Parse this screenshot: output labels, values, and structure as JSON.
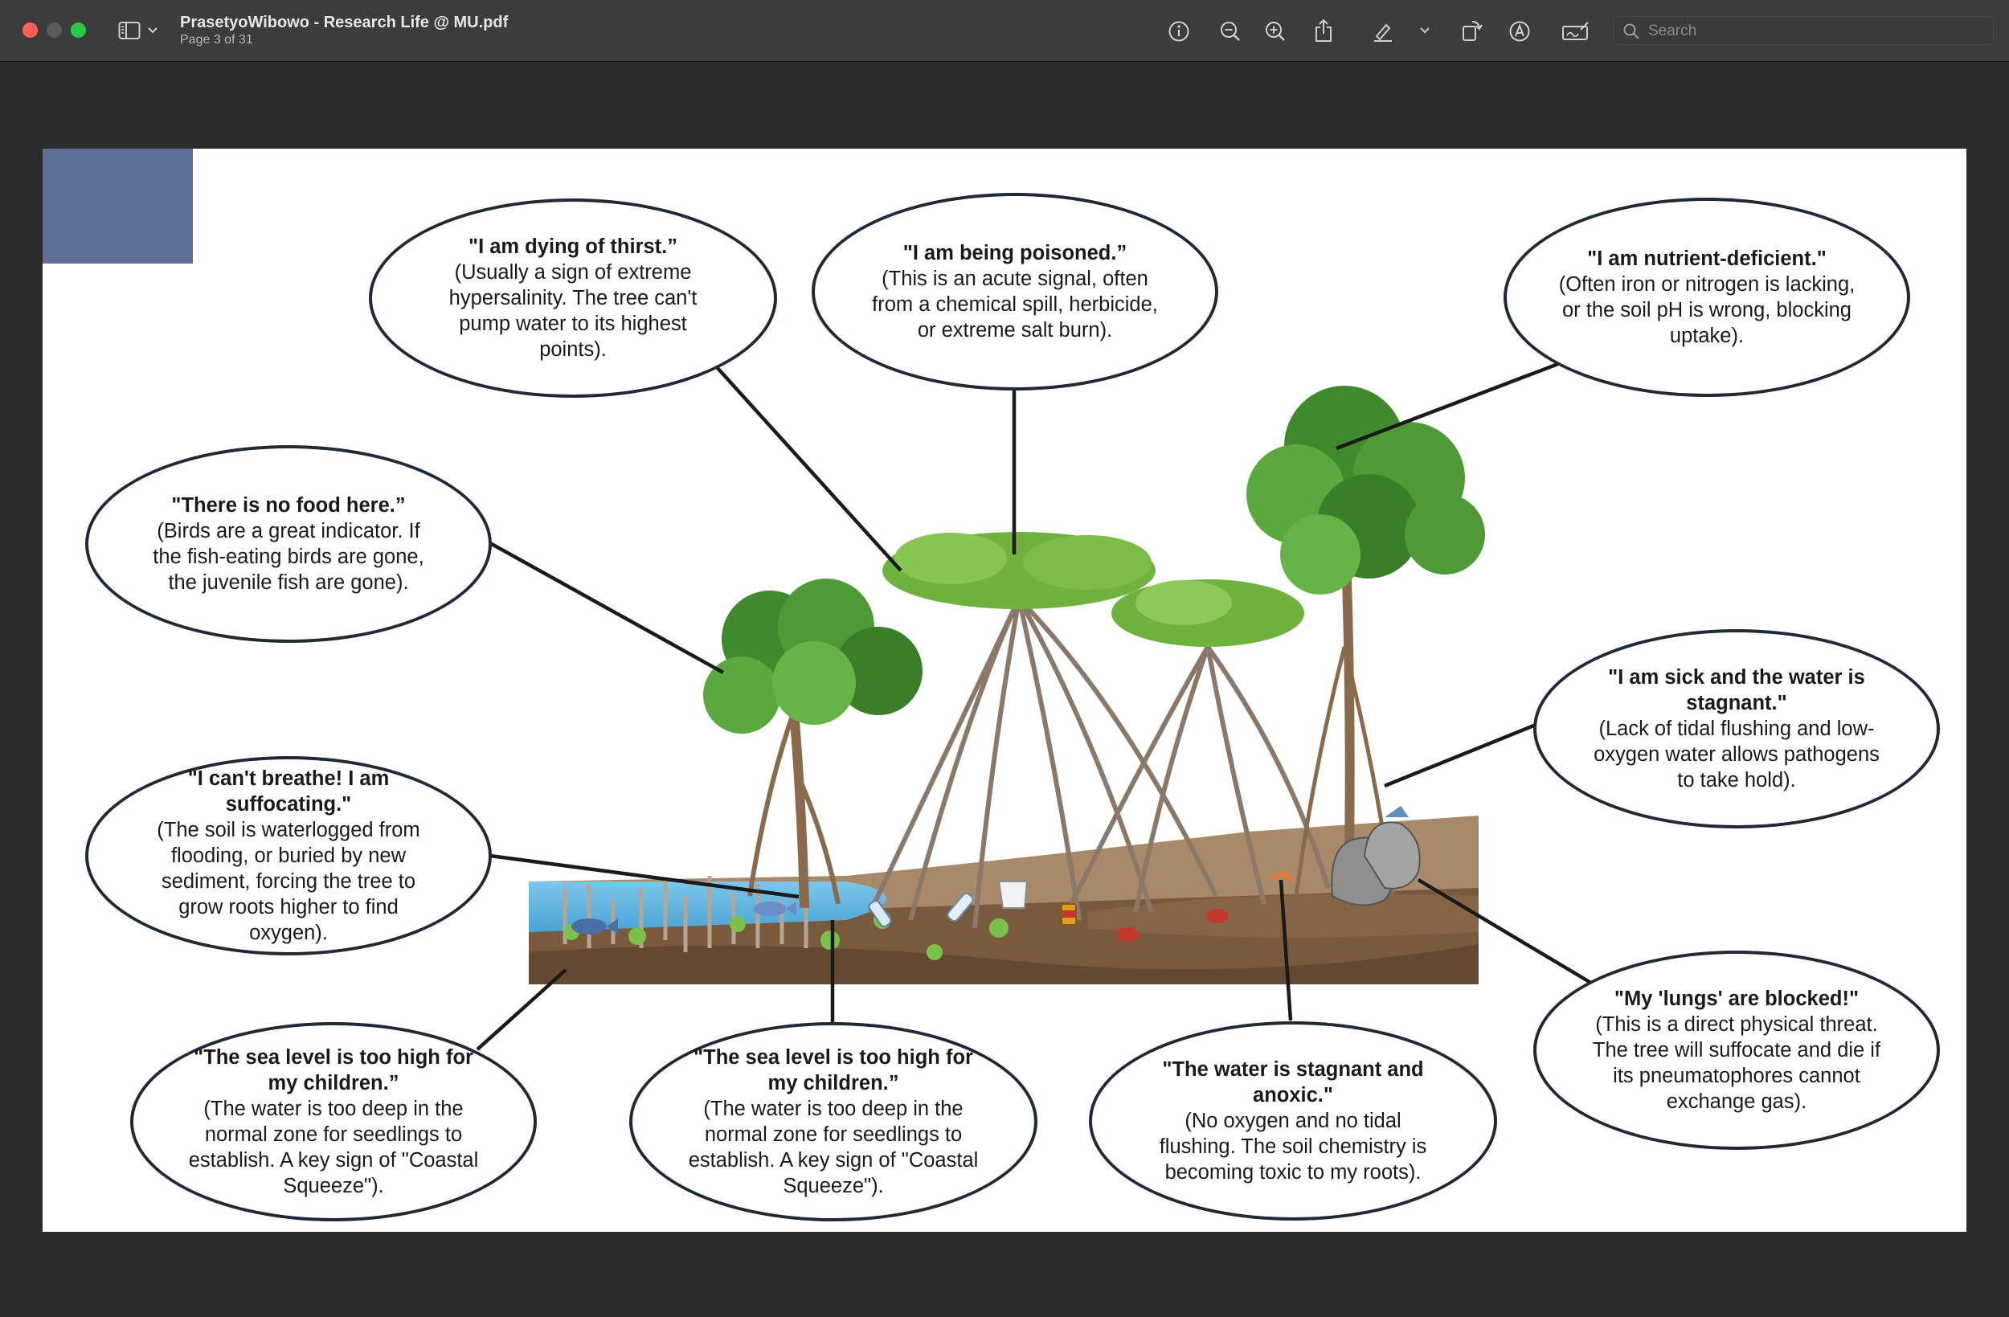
{
  "window": {
    "title": "PrasetyoWibowo - Research Life @ MU.pdf",
    "subtitle": "Page 3 of 31"
  },
  "toolbar": {
    "icons": [
      "sidebar-icon",
      "chevron-down-icon",
      "info-icon",
      "zoom-out-icon",
      "zoom-in-icon",
      "share-icon",
      "highlight-pen-icon",
      "chevron-down-icon",
      "rotate-icon",
      "markup-icon",
      "sign-icon"
    ],
    "search_placeholder": "Search"
  },
  "colors": {
    "toolbar_bg": "#3c3c3c",
    "canvas_bg": "#2b2b2b",
    "corner_block": "#5d6f96",
    "bubble_border": "#1f2937"
  },
  "callouts": [
    {
      "id": "thirst",
      "title": "\"I am dying of thirst.”",
      "body": "(Usually a sign of extreme hypersalinity. The tree can't pump water to its highest points)."
    },
    {
      "id": "poisoned",
      "title": "\"I am being poisoned.”",
      "body": "(This is an acute signal, often from a chemical spill, herbicide, or extreme salt burn)."
    },
    {
      "id": "nutrient",
      "title": "\"I am nutrient-deficient.\"",
      "body": "(Often iron or nitrogen is lacking, or the soil pH is wrong, blocking uptake)."
    },
    {
      "id": "food",
      "title": "\"There is no food here.”",
      "body": "(Birds are a great indicator. If the fish-eating birds are gone, the juvenile fish are gone)."
    },
    {
      "id": "sick",
      "title": "\"I am sick and the water is stagnant.\"",
      "body": "(Lack of tidal flushing and low-oxygen water allows pathogens to take hold)."
    },
    {
      "id": "breathe",
      "title": "\"I can't breathe! I am suffocating.\"",
      "body": "(The soil is waterlogged from flooding, or buried by new sediment, forcing the tree to grow roots higher to find oxygen)."
    },
    {
      "id": "lungs",
      "title": "\"My 'lungs' are blocked!\"",
      "body": "(This is a direct physical threat. The tree will suffocate and die if its pneumatophores cannot exchange gas)."
    },
    {
      "id": "sea1",
      "title": "\"The sea level is too high for my children.”",
      "body": "(The water is too deep in the normal zone for seedlings to establish. A key sign of \"Coastal Squeeze\")."
    },
    {
      "id": "sea2",
      "title": "\"The sea level is too high for my children.”",
      "body": "(The water is too deep in the normal zone for seedlings to establish. A key sign of \"Coastal Squeeze\")."
    },
    {
      "id": "stagnant",
      "title": "\"The water is stagnant and anoxic.\"",
      "body": "(No oxygen and no tidal flushing. The soil chemistry is becoming toxic to my roots)."
    }
  ]
}
